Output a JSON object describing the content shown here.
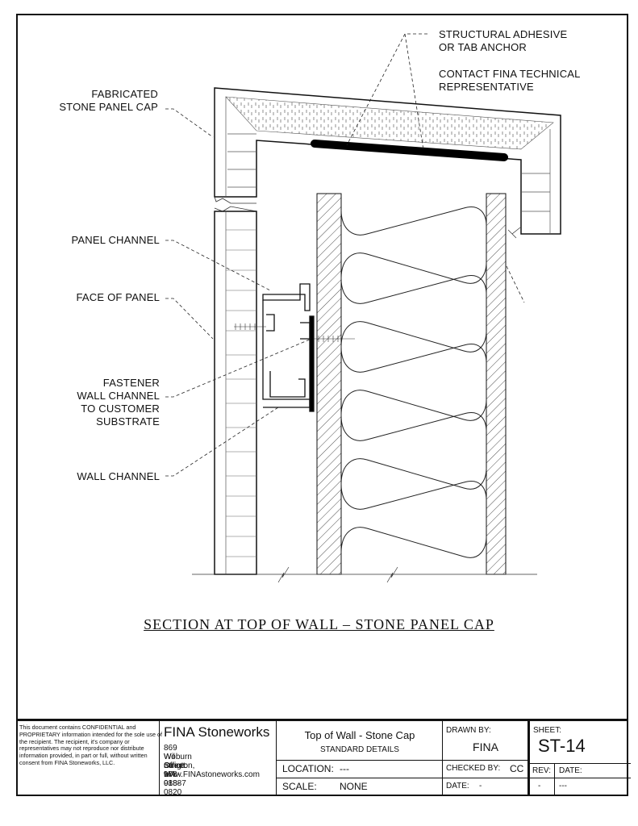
{
  "labels": {
    "fabricated_cap": [
      "FABRICATED",
      "STONE PANEL CAP"
    ],
    "structural_adhesive": [
      "STRUCTURAL ADHESIVE",
      "OR TAB ANCHOR"
    ],
    "contact_fina": [
      "CONTACT FINA TECHNICAL",
      "REPRESENTATIVE"
    ],
    "panel_channel": "PANEL CHANNEL",
    "face_of_panel": "FACE OF PANEL",
    "fastener": [
      "FASTENER",
      "WALL CHANNEL",
      "TO CUSTOMER",
      "SUBSTRATE"
    ],
    "wall_channel": "WALL CHANNEL"
  },
  "section_title": "SECTION AT TOP OF WALL – STONE PANEL CAP",
  "title_block": {
    "confidential": "This document contains CONFIDENTIAL and PROPRIETARY information intended for the sole use of the recipient. The recipient, it's company or representatives may not reproduce nor distribute information provided, in part or full, without written consent from FINA Stoneworks, LLC.",
    "company": "FINA Stoneworks",
    "address1": "869 Woburn Street",
    "address2": "Wil mington, MA 01887",
    "office": "Office: 978-988-0820",
    "web": "www.FINAstoneworks.com",
    "drawing_title": "Top of Wall - Stone Cap",
    "drawing_subtitle": "STANDARD DETAILS",
    "location_label": "LOCATION:",
    "location_value": "---",
    "scale_label": "SCALE:",
    "scale_value": "NONE",
    "drawn_by_label": "DRAWN BY:",
    "drawn_by_value": "FINA",
    "checked_by_label": "CHECKED BY:",
    "checked_by_value": "CC",
    "date_label": "DATE:",
    "date_value": "-",
    "sheet_label": "SHEET:",
    "sheet_value": "ST-14",
    "rev_label": "REV:",
    "rev_value": "-",
    "date2_label": "DATE:",
    "date2_value": "---"
  }
}
